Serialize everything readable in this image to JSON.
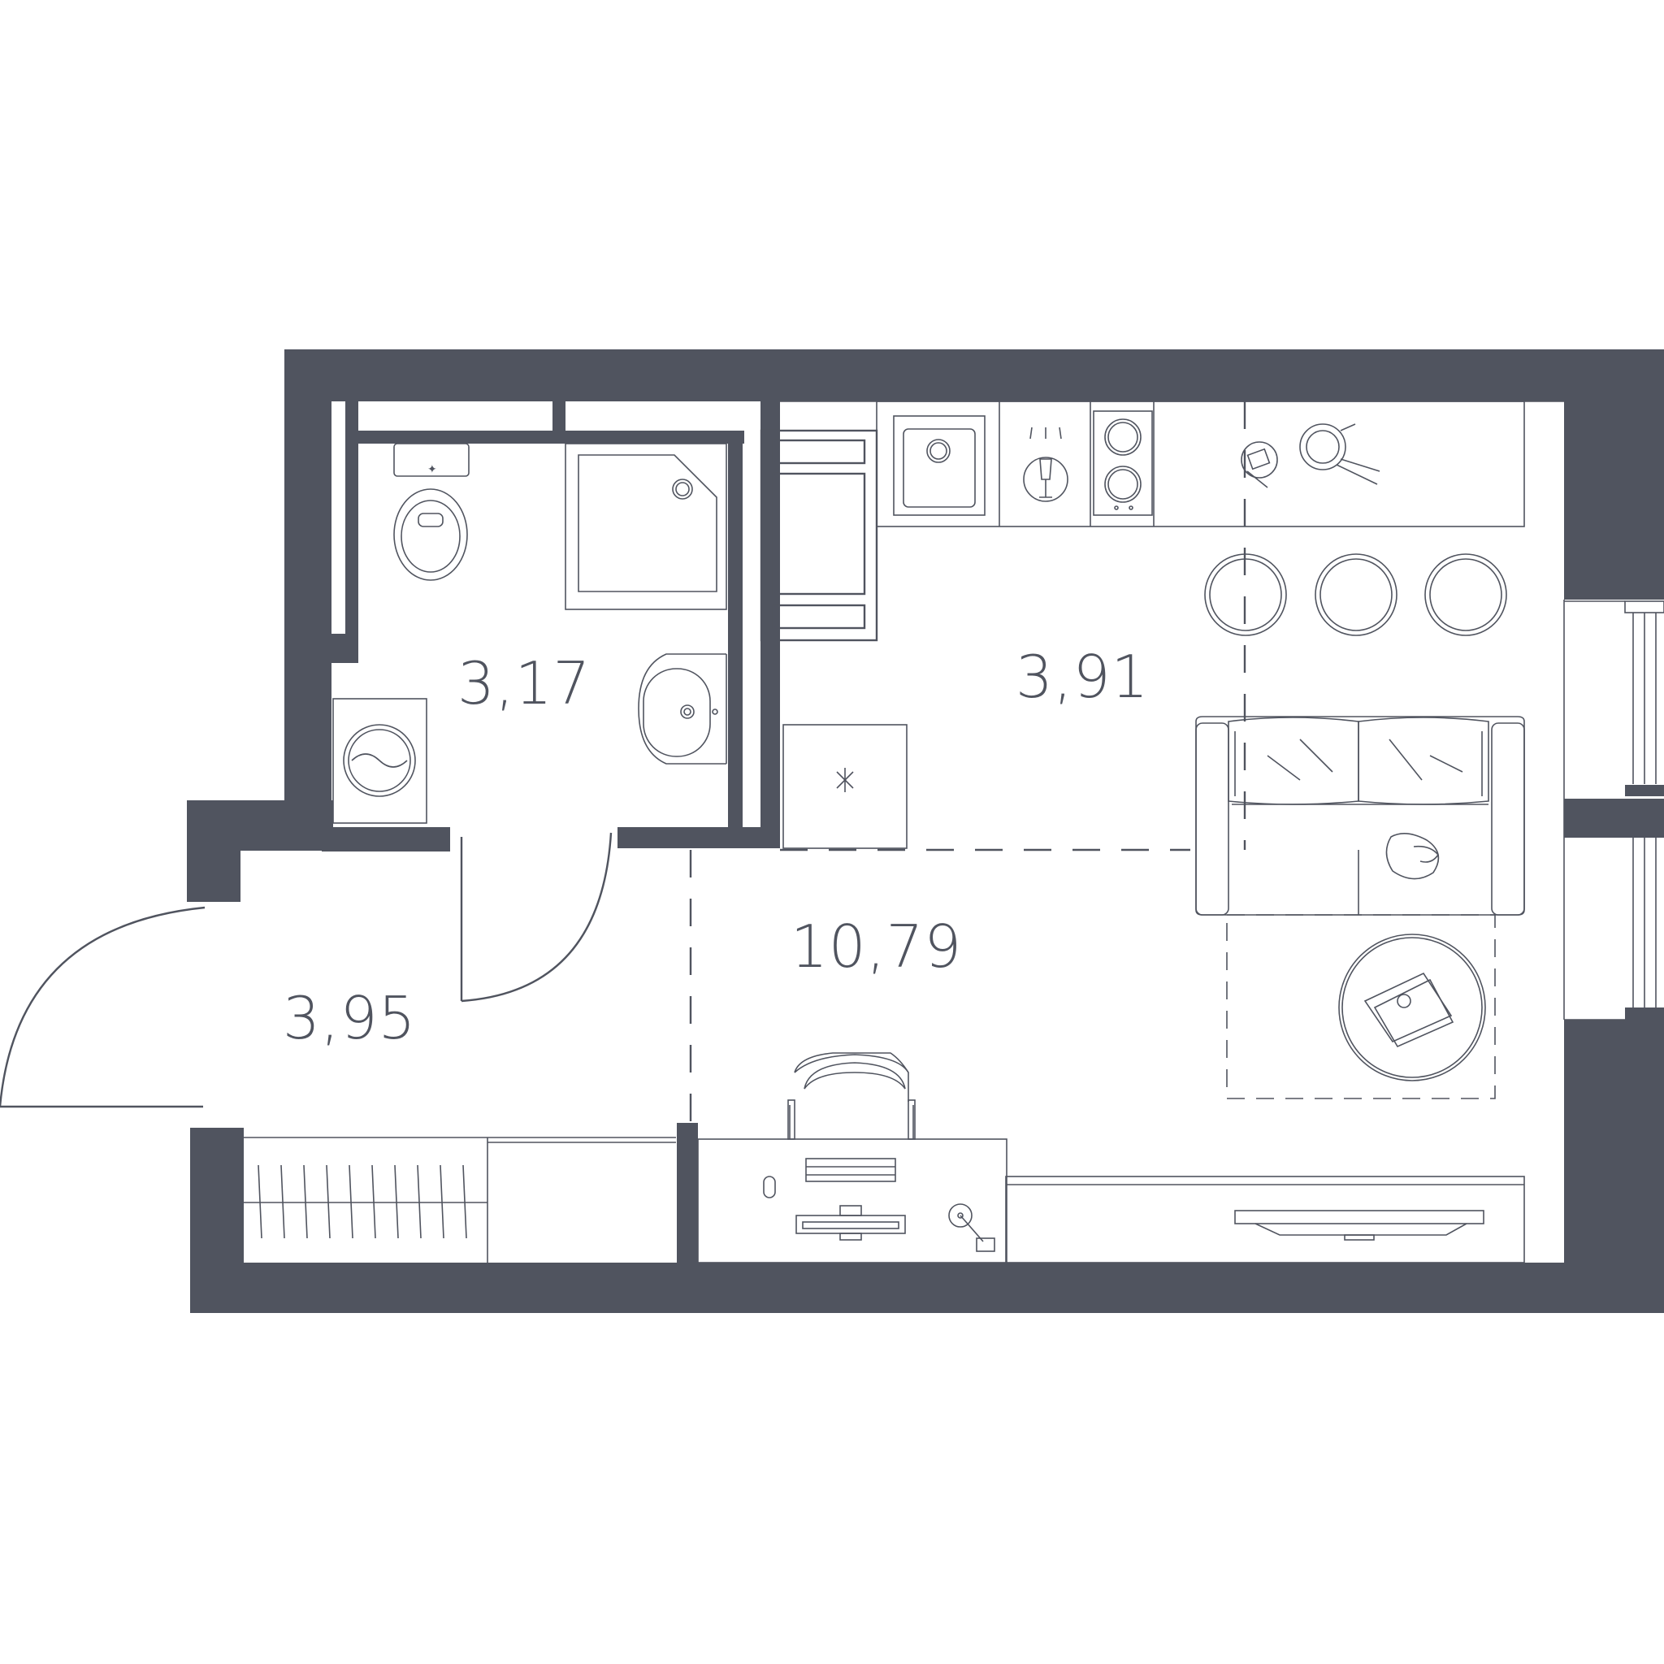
{
  "colors": {
    "wall": "#50545f",
    "background": "#ffffff",
    "line": "#50545f"
  },
  "rooms": {
    "bathroom": {
      "area": "3,17"
    },
    "kitchen": {
      "area": "3,91"
    },
    "living": {
      "area": "10,79"
    },
    "hall": {
      "area": "3,95"
    }
  },
  "furniture": {
    "bathroom": [
      "toilet-icon",
      "shower-tray-icon",
      "washbasin-icon",
      "washing-machine-icon"
    ],
    "kitchen": [
      "fridge-icon",
      "sink-icon",
      "dishwasher-icon",
      "hob-icon",
      "bar-stool-icon"
    ],
    "living": [
      "sofa-icon",
      "coffee-table-icon",
      "desk-icon",
      "chair-icon",
      "tv-stand-icon",
      "rug-icon"
    ],
    "hall": [
      "wardrobe-icon",
      "entrance-door-icon"
    ]
  }
}
